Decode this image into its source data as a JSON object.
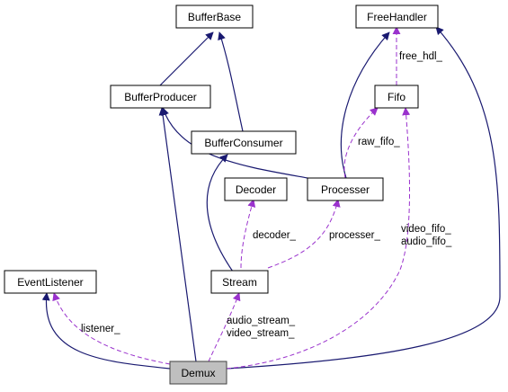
{
  "colors": {
    "inherit_edge": "#191970",
    "usage_edge": "#9a32cd",
    "highlight_fill": "#bfbfbf"
  },
  "nodes": {
    "buffer_base": "BufferBase",
    "free_handler": "FreeHandler",
    "buffer_producer": "BufferProducer",
    "fifo": "Fifo",
    "buffer_consumer": "BufferConsumer",
    "decoder": "Decoder",
    "processer": "Processer",
    "event_listener": "EventListener",
    "stream": "Stream",
    "demux": "Demux"
  },
  "edge_labels": {
    "free_hdl": "free_hdl_",
    "raw_fifo": "raw_fifo_",
    "decoder": "decoder_",
    "processer": "processer_",
    "video_fifo": "video_fifo_",
    "audio_fifo": "audio_fifo_",
    "listener": "listener_",
    "audio_stream": "audio_stream_",
    "video_stream": "video_stream_"
  }
}
